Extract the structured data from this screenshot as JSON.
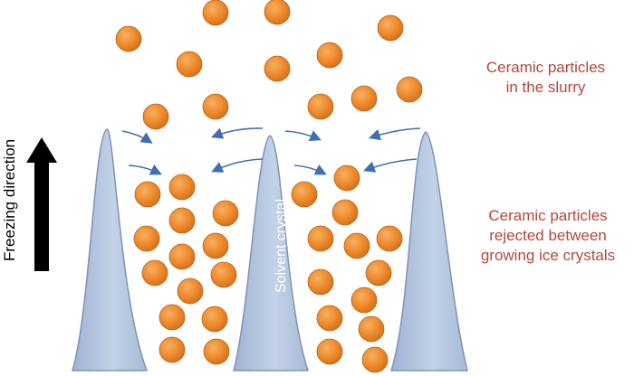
{
  "labels": {
    "freezing_direction": "Freezing direction",
    "solvent_crystal": "Solvent crystal",
    "slurry_line1": "Ceramic particles",
    "slurry_line2": "in the slurry",
    "rejected_line1": "Ceramic particles",
    "rejected_line2": "rejected between",
    "rejected_line3": "growing ice crystals"
  },
  "colors": {
    "particle": "#ef8b2c",
    "particle_edge": "#b8651b",
    "crystal_fill": "#b4c6e1",
    "crystal_edge": "#7f93b3",
    "arrow": "#3f6fb0",
    "label_text": "#b5483a",
    "axis_arrow": "#000000"
  }
}
